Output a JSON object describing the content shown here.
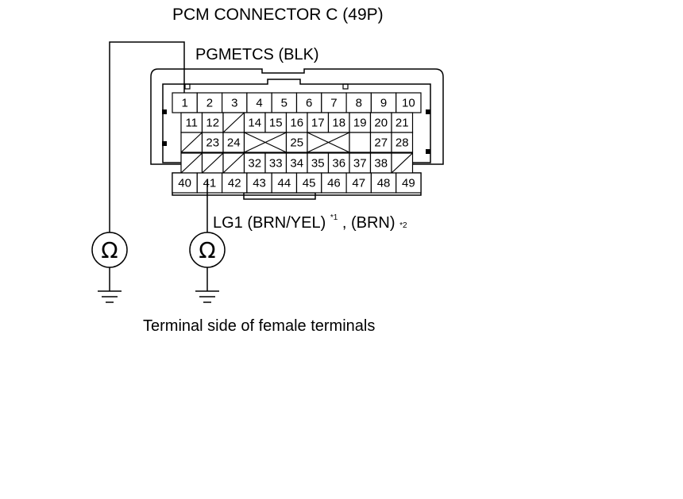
{
  "title": "PCM CONNECTOR C (49P)",
  "label_top": "PGMETCS (BLK)",
  "label_bottom": {
    "main": "LG1 (BRN/YEL)",
    "note1": "*1",
    "sep": ", (BRN)",
    "note2": "*2"
  },
  "caption": "Terminal side of female terminals",
  "ohm_symbol": "Ω",
  "connector": {
    "row1": [
      "1",
      "2",
      "3",
      "4",
      "5",
      "6",
      "7",
      "8",
      "9",
      "10"
    ],
    "row2": [
      "11",
      "12",
      "",
      "14",
      "15",
      "16",
      "17",
      "18",
      "19",
      "20",
      "21"
    ],
    "row3": [
      "",
      "23",
      "24",
      "",
      "",
      "25",
      "",
      "",
      "",
      "27",
      "28"
    ],
    "row4": [
      "",
      "",
      "",
      "32",
      "33",
      "34",
      "35",
      "36",
      "37",
      "38",
      ""
    ],
    "row5": [
      "40",
      "41",
      "42",
      "43",
      "44",
      "45",
      "46",
      "47",
      "48",
      "49"
    ]
  }
}
